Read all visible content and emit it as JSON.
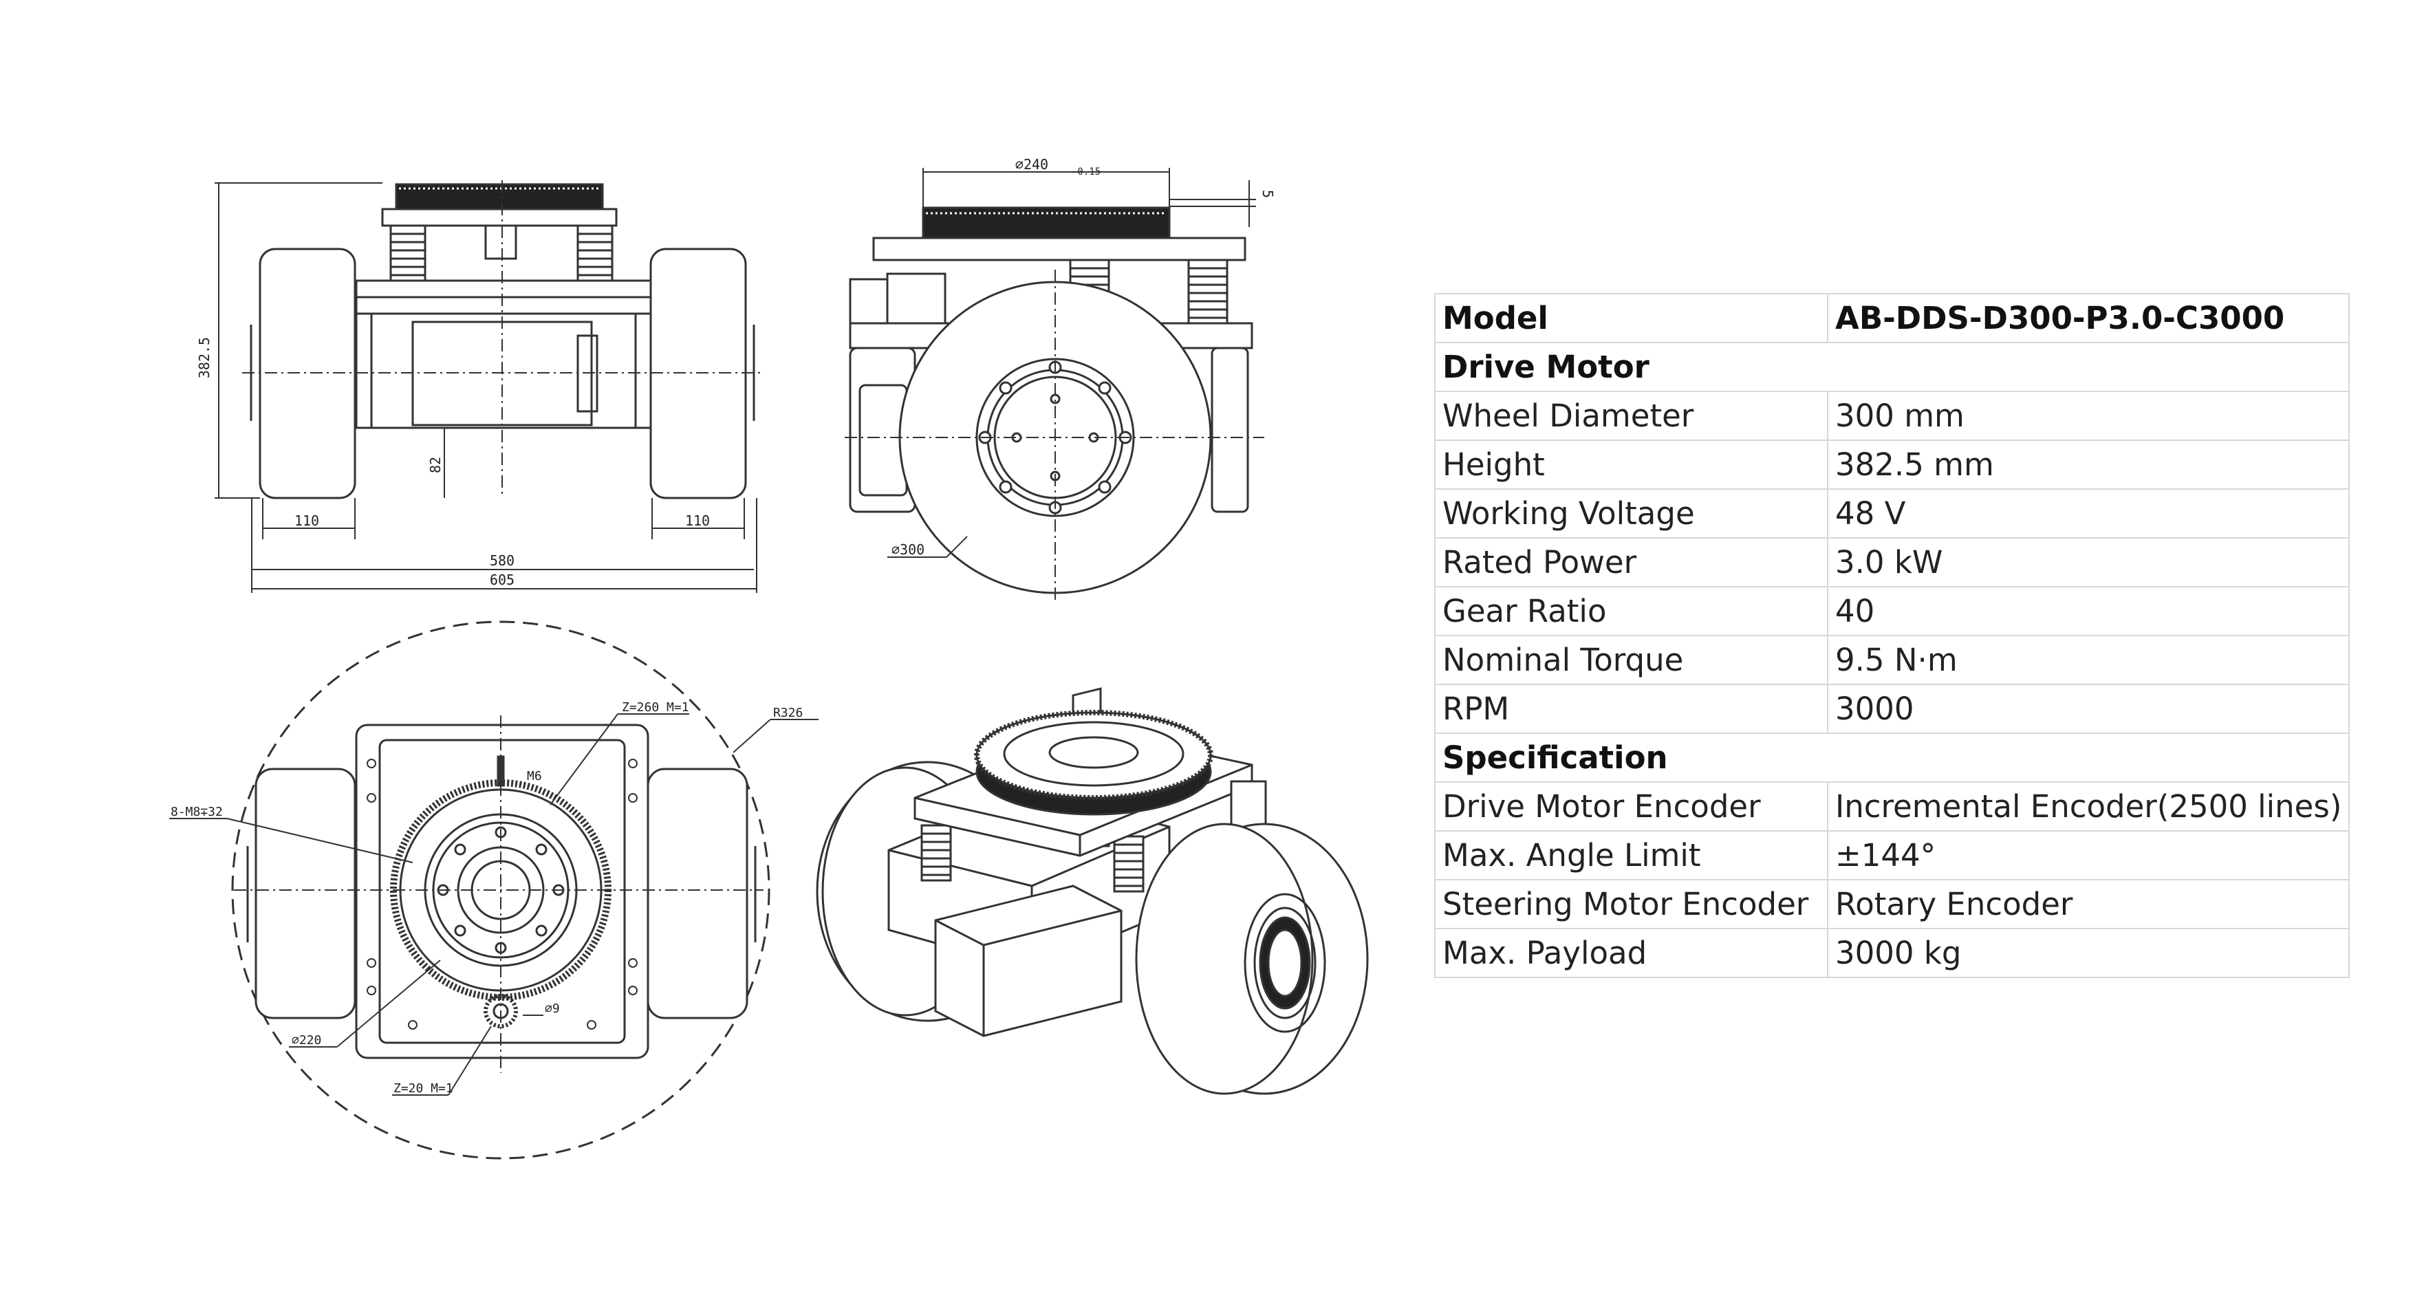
{
  "drawings": {
    "front_view": {
      "dim_height": "382.5",
      "dim_axle": "82",
      "dim_left_wheel": "110",
      "dim_right_wheel": "110",
      "dim_inner_track": "580",
      "dim_overall_width": "605"
    },
    "side_view": {
      "dim_top_plate": "⌀240",
      "dim_tolerance": "-0.15",
      "dim_plate_thickness": "5",
      "dim_wheel_dia": "⌀300"
    },
    "top_view": {
      "dim_gear_spec": "Z=260 M=1",
      "dim_bolt_pattern": "8-M8∓32",
      "dim_thread": "M6",
      "dim_swing_radius": "R326",
      "dim_hole": "⌀9",
      "dim_bearing_dia": "⌀220",
      "dim_pinion_spec": "Z=20 M=1"
    }
  },
  "spec_table": {
    "model_label": "Model",
    "model_value": "AB-DDS-D300-P3.0-C3000",
    "section_drive_motor": "Drive Motor",
    "section_specification": "Specification",
    "drive_rows": [
      {
        "label": "Wheel Diameter",
        "value": "300 mm"
      },
      {
        "label": "Height",
        "value": "382.5 mm"
      },
      {
        "label": "Working Voltage",
        "value": "48 V"
      },
      {
        "label": "Rated Power",
        "value": "3.0 kW"
      },
      {
        "label": "Gear Ratio",
        "value": "40"
      },
      {
        "label": "Nominal Torque",
        "value": "9.5 N·m"
      },
      {
        "label": "RPM",
        "value": "3000"
      }
    ],
    "spec_rows": [
      {
        "label": "Drive Motor Encoder",
        "value": "Incremental Encoder(2500 lines)"
      },
      {
        "label": "Max. Angle Limit",
        "value": "±144°"
      },
      {
        "label": "Steering Motor Encoder",
        "value": "Rotary Encoder"
      },
      {
        "label": "Max. Payload",
        "value": "3000 kg"
      }
    ]
  }
}
